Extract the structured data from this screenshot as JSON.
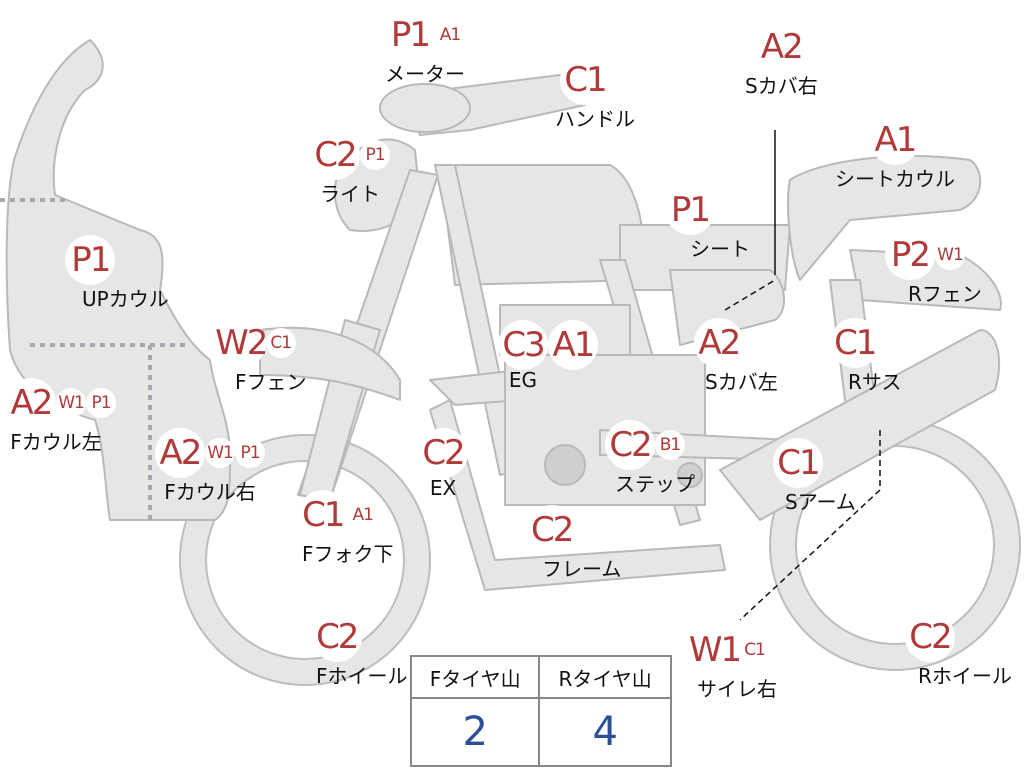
{
  "parts": [
    {
      "id": "meter",
      "badges": [
        "P1",
        "A1"
      ],
      "label": "メーター"
    },
    {
      "id": "handle",
      "badges": [
        "C1"
      ],
      "label": "ハンドル"
    },
    {
      "id": "s-cover-right",
      "badges": [
        "A2"
      ],
      "label": "Sカバ右"
    },
    {
      "id": "seat-cowl",
      "badges": [
        "A1"
      ],
      "label": "シートカウル"
    },
    {
      "id": "light",
      "badges": [
        "C2",
        "P1"
      ],
      "label": "ライト"
    },
    {
      "id": "seat",
      "badges": [
        "P1"
      ],
      "label": "シート"
    },
    {
      "id": "r-fender",
      "badges": [
        "P2",
        "W1"
      ],
      "label": "Rフェン"
    },
    {
      "id": "up-cowl",
      "badges": [
        "P1"
      ],
      "label": "UPカウル"
    },
    {
      "id": "f-fender",
      "badges": [
        "W2",
        "C1"
      ],
      "label": "Fフェン"
    },
    {
      "id": "engine",
      "badges": [
        "C3",
        "A1"
      ],
      "label": "EG"
    },
    {
      "id": "s-cover-left",
      "badges": [
        "A2"
      ],
      "label": "Sカバ左"
    },
    {
      "id": "r-suspension",
      "badges": [
        "C1"
      ],
      "label": "Rサス"
    },
    {
      "id": "f-cowl-left",
      "badges": [
        "A2",
        "W1",
        "P1"
      ],
      "label": "Fカウル左"
    },
    {
      "id": "f-cowl-right",
      "badges": [
        "A2",
        "W1",
        "P1"
      ],
      "label": "Fカウル右"
    },
    {
      "id": "exhaust",
      "badges": [
        "C2"
      ],
      "label": "EX"
    },
    {
      "id": "step",
      "badges": [
        "C2",
        "B1"
      ],
      "label": "ステップ"
    },
    {
      "id": "swing-arm",
      "badges": [
        "C1"
      ],
      "label": "Sアーム"
    },
    {
      "id": "f-fork-lower",
      "badges": [
        "C1",
        "A1"
      ],
      "label": "Fフォク下"
    },
    {
      "id": "frame",
      "badges": [
        "C2"
      ],
      "label": "フレーム"
    },
    {
      "id": "f-wheel",
      "badges": [
        "C2"
      ],
      "label": "Fホイール"
    },
    {
      "id": "muffler-right",
      "badges": [
        "W1",
        "C1"
      ],
      "label": "サイレ右"
    },
    {
      "id": "r-wheel",
      "badges": [
        "C2"
      ],
      "label": "Rホイール"
    }
  ],
  "tire_table": {
    "headers": [
      "Fタイヤ山",
      "Rタイヤ山"
    ],
    "values": [
      "2",
      "4"
    ]
  },
  "colors": {
    "body": "#e6e6e4",
    "outline": "#bdbdbd",
    "badge_text": "#b03a3a",
    "table_value": "#2d4e98"
  }
}
